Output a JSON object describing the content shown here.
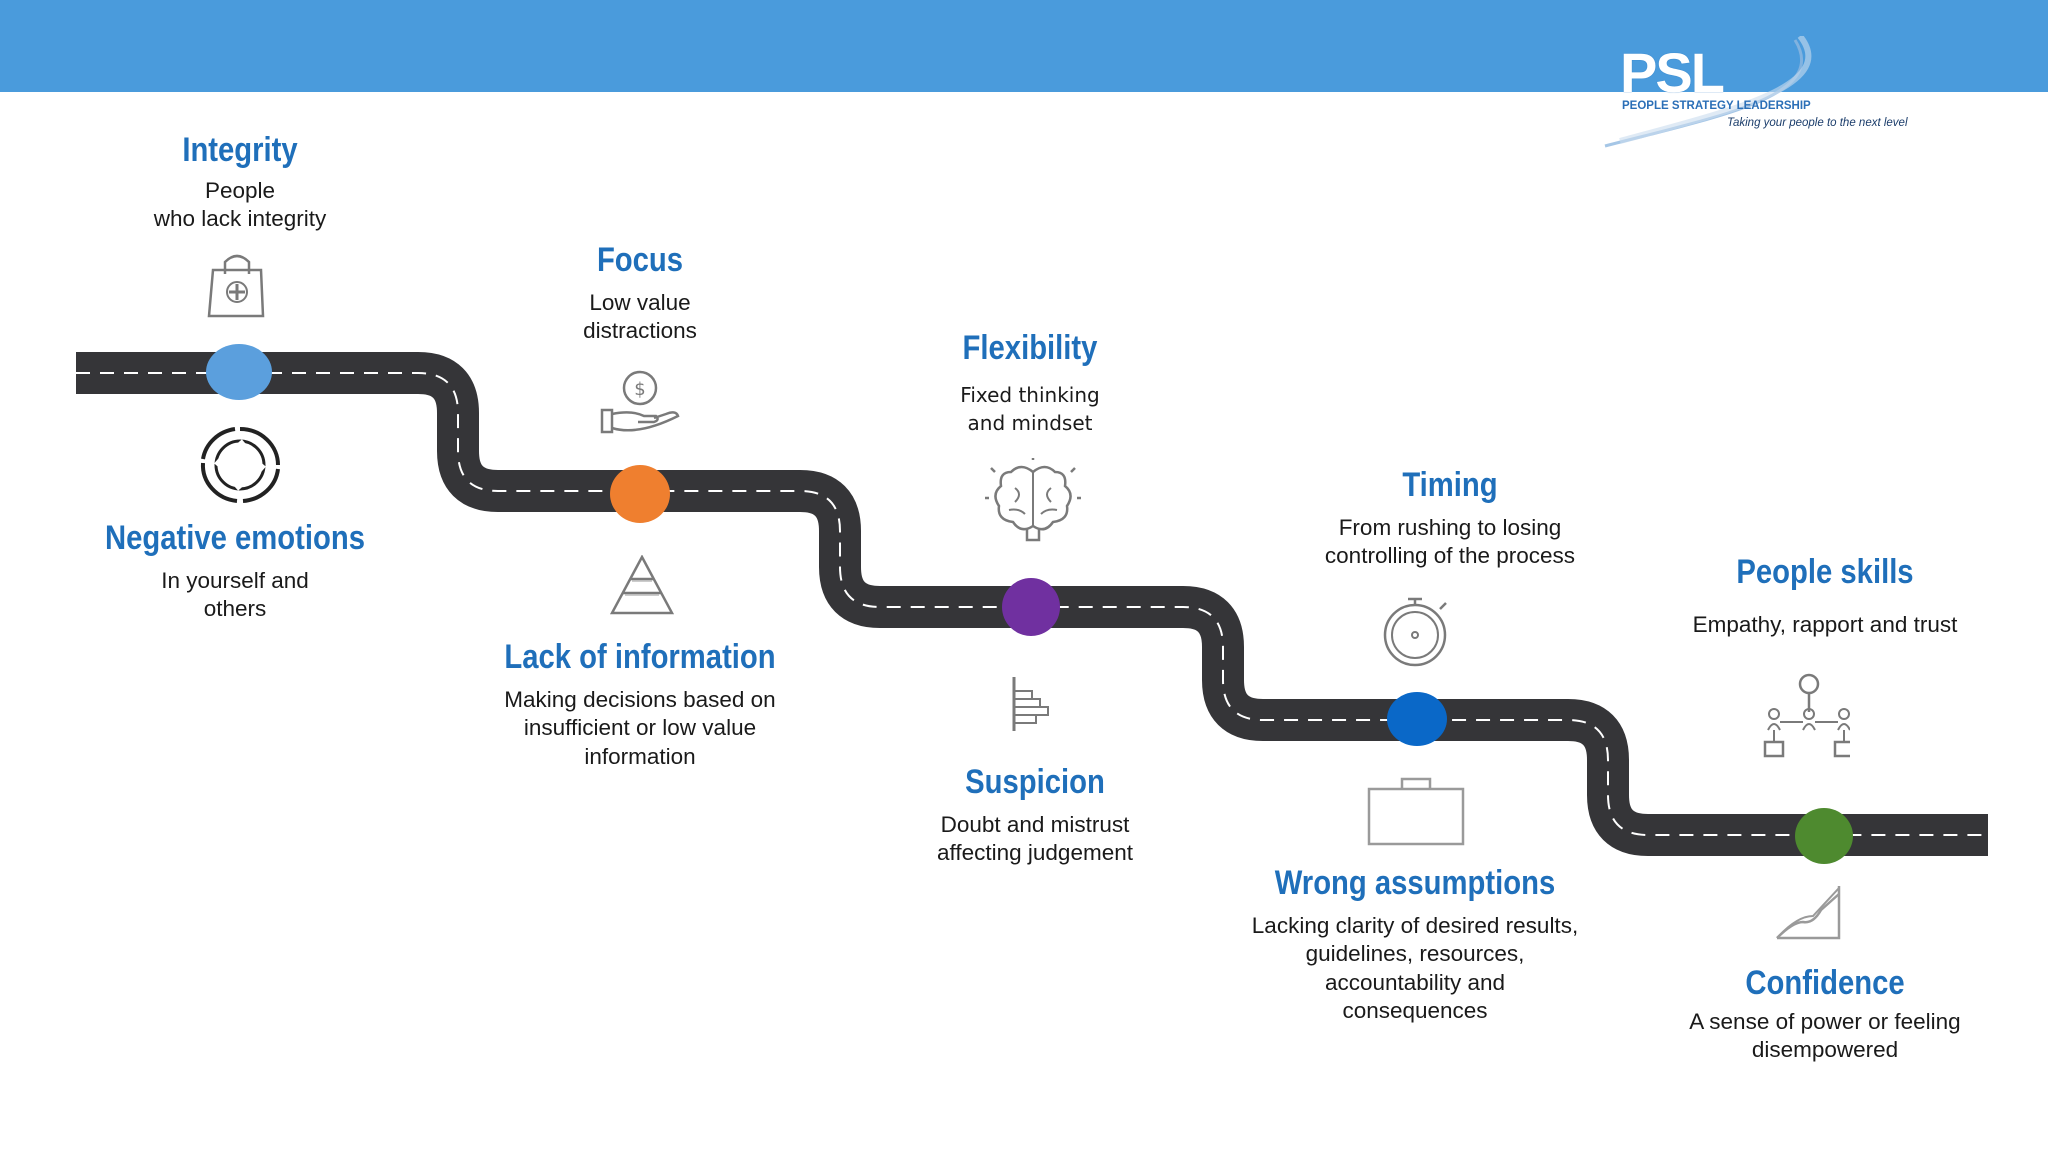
{
  "logo": {
    "brand": "PSL",
    "subtitle": "PEOPLE STRATEGY LEADERSHIP",
    "tagline": "Taking your people to the next level"
  },
  "colors": {
    "banner": "#4a9bdc",
    "road": "#353538",
    "title": "#1f6fba",
    "markers": [
      "#5b9fdd",
      "#ef7f2f",
      "#7030a0",
      "#0a68c8",
      "#4e8a2f"
    ]
  },
  "items": {
    "integrity": {
      "title": "Integrity",
      "desc": "People\nwho lack integrity",
      "icon": "shopping-bag-plus-icon"
    },
    "negative": {
      "title": "Negative emotions",
      "desc": "In yourself and\nothers",
      "icon": "circular-arrows-icon"
    },
    "focus": {
      "title": "Focus",
      "desc": "Low value\ndistractions",
      "icon": "hand-holding-coin-icon"
    },
    "lack": {
      "title": "Lack of information",
      "desc": "Making decisions based on\ninsufficient or low value\ninformation",
      "icon": "pyramid-icon"
    },
    "flexibility": {
      "title": "Flexibility",
      "desc": "Fixed thinking\nand mindset",
      "icon": "brain-icon"
    },
    "suspicion": {
      "title": "Suspicion",
      "desc": "Doubt and mistrust\naffecting judgement",
      "icon": "bar-chart-icon"
    },
    "timing": {
      "title": "Timing",
      "desc": "From rushing to losing\ncontrolling of the process",
      "icon": "stopwatch-icon"
    },
    "wrong": {
      "title": "Wrong assumptions",
      "desc": "Lacking clarity of desired results,\nguidelines, resources,\naccountability and\nconsequences",
      "icon": "briefcase-icon"
    },
    "people": {
      "title": "People skills",
      "desc": "Empathy, rapport and trust",
      "icon": "org-chart-icon"
    },
    "confidence": {
      "title": "Confidence",
      "desc": "A sense of power or feeling\ndisempowered",
      "icon": "rising-chart-icon"
    }
  }
}
